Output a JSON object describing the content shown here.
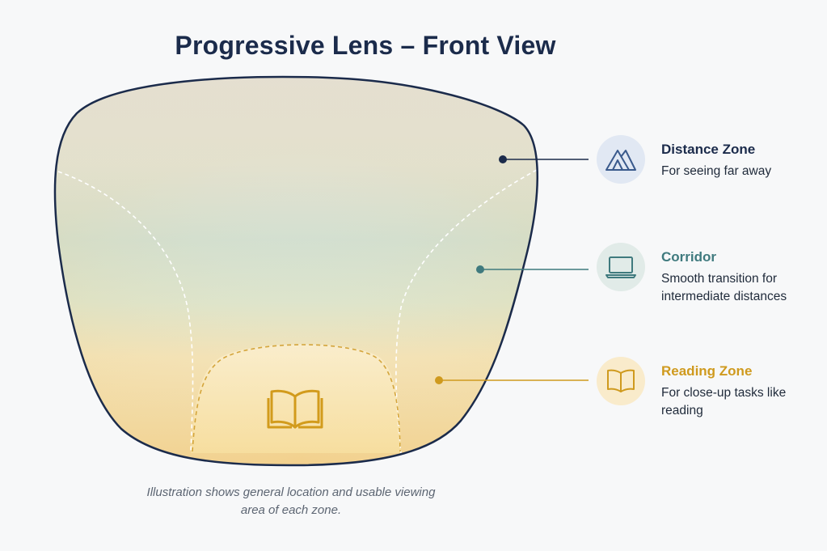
{
  "title": "Progressive Lens – Front View",
  "zones": [
    {
      "title": "Distance Zone",
      "description": "For seeing far away",
      "icon": "mountain-icon",
      "color": "#1b2b4b",
      "icon_bg": "#e1e8f3"
    },
    {
      "title": "Corridor",
      "description": "Smooth transition for intermediate distances",
      "icon": "laptop-icon",
      "color": "#3f7a7e",
      "icon_bg": "#e1ebe8"
    },
    {
      "title": "Reading Zone",
      "description": "For close-up tasks like reading",
      "icon": "book-icon",
      "color": "#cf9a1e",
      "icon_bg": "#f9ebcb"
    }
  ],
  "caption": "Illustration shows general location and usable viewing area of each zone.",
  "colors": {
    "lens_outline": "#1b2b4b",
    "distance_tint": "#dde6f5",
    "corridor_tint": "#c7e1de",
    "reading_tint": "#f4d89a"
  }
}
